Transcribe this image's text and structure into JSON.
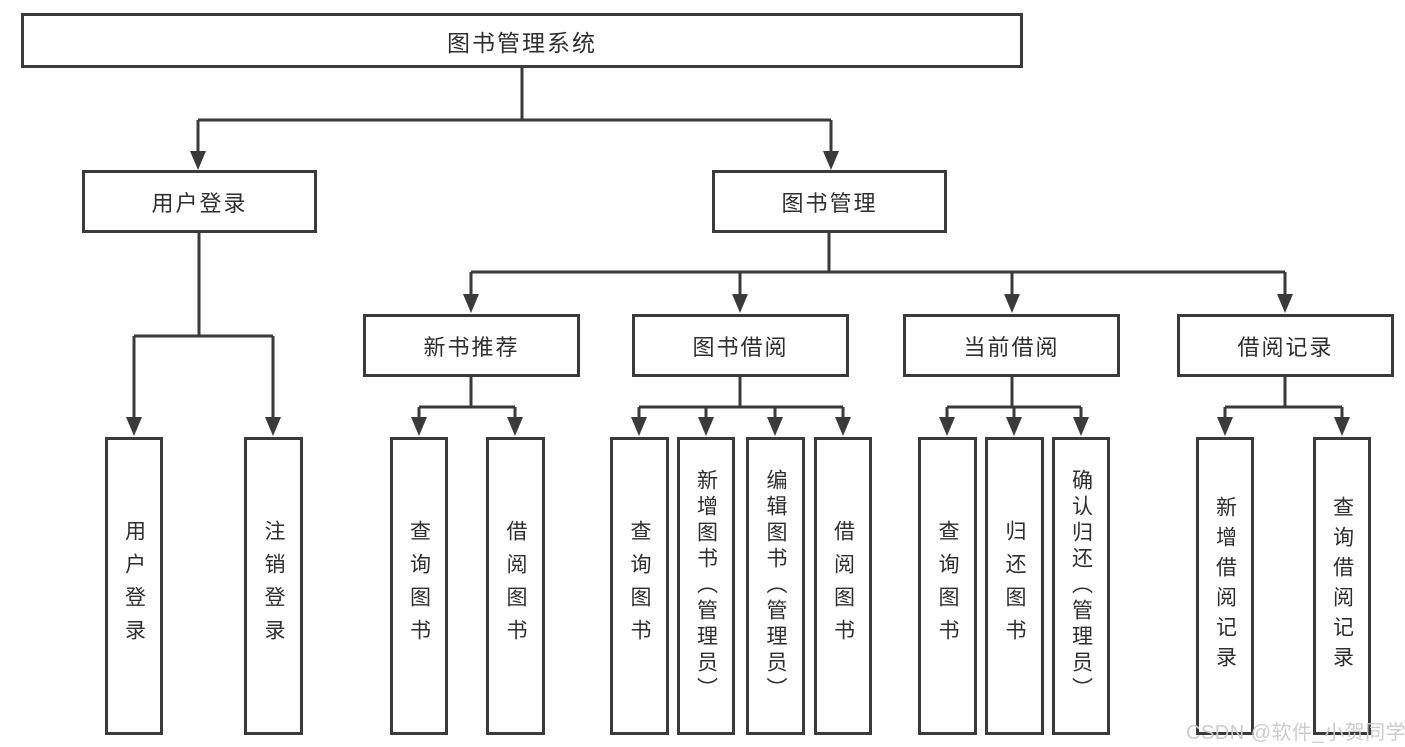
{
  "diagram": {
    "title": "图书管理系统",
    "watermark": "CSDN @软件_小贺同学",
    "colors": {
      "line": "#3a3a3a",
      "text": "#2e2e2e",
      "background": "#ffffff",
      "watermark": "#cccccc"
    },
    "level2": [
      {
        "label": "用户登录"
      },
      {
        "label": "图书管理"
      }
    ],
    "level3": [
      {
        "label": "新书推荐"
      },
      {
        "label": "图书借阅"
      },
      {
        "label": "当前借阅"
      },
      {
        "label": "借阅记录"
      }
    ],
    "leaves": [
      {
        "label": "用户登录"
      },
      {
        "label": "注销登录"
      },
      {
        "label": "查询图书"
      },
      {
        "label": "借阅图书"
      },
      {
        "label": "查询图书"
      },
      {
        "label": "新增图书（管理员）"
      },
      {
        "label": "编辑图书（管理员）"
      },
      {
        "label": "借阅图书"
      },
      {
        "label": "查询图书"
      },
      {
        "label": "归还图书"
      },
      {
        "label": "确认归还（管理员）"
      },
      {
        "label": "新增借阅记录"
      },
      {
        "label": "查询借阅记录"
      }
    ]
  }
}
